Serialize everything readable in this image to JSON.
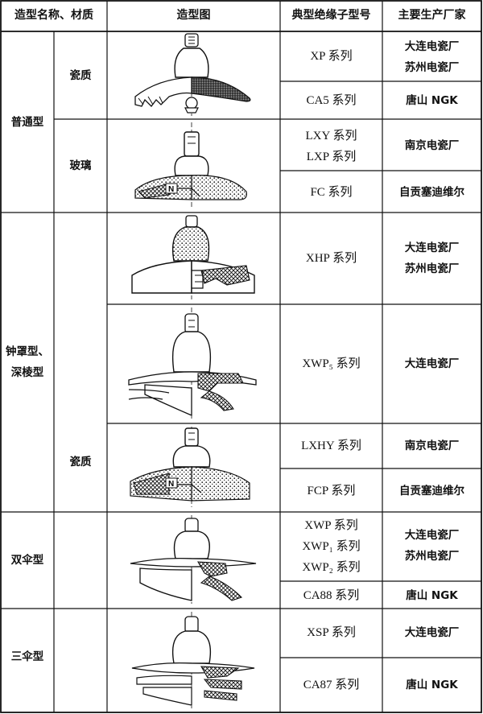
{
  "headers": {
    "type_material": "造型名称、材质",
    "diagram": "造型图",
    "model": "典型绝缘子型号",
    "maker": "主要生产厂家"
  },
  "types": {
    "normal": "普通型",
    "bell_a": "钟罩型、",
    "bell_b": "深棱型",
    "double": "双伞型",
    "triple": "三伞型"
  },
  "materials": {
    "porcelain_1": "瓷质",
    "glass": "玻璃",
    "porcelain_2": "瓷质"
  },
  "rows": [
    {
      "models": [
        "XP 系列"
      ],
      "makers": [
        "大连电瓷厂",
        "苏州电瓷厂"
      ]
    },
    {
      "models": [
        "CA5 系列"
      ],
      "makers": [
        "唐山 NGK"
      ]
    },
    {
      "models": [
        "LXY 系列",
        "LXP 系列"
      ],
      "makers": [
        "南京电瓷厂"
      ]
    },
    {
      "models": [
        "FC 系列"
      ],
      "makers": [
        "自贡塞迪维尔"
      ]
    },
    {
      "models": [
        "XHP 系列"
      ],
      "makers": [
        "大连电瓷厂",
        "苏州电瓷厂"
      ]
    },
    {
      "models": [
        "XWP₅ 系列"
      ],
      "makers": [
        "大连电瓷厂"
      ]
    },
    {
      "models": [
        "LXHY 系列"
      ],
      "makers": [
        "南京电瓷厂"
      ]
    },
    {
      "models": [
        "FCP 系列"
      ],
      "makers": [
        "自贡塞迪维尔"
      ]
    },
    {
      "models": [
        "XWP 系列",
        "XWP₁ 系列",
        "XWP₂ 系列"
      ],
      "makers": [
        "大连电瓷厂",
        "苏州电瓷厂"
      ]
    },
    {
      "models": [
        "CA88 系列"
      ],
      "makers": [
        "唐山 NGK"
      ]
    },
    {
      "models": [
        "XSP 系列"
      ],
      "makers": [
        "大连电瓷厂"
      ]
    },
    {
      "models": [
        "CA87 系列"
      ],
      "makers": [
        "唐山 NGK"
      ]
    }
  ],
  "diagram_labels": {
    "glass_n": "N",
    "fcp_n": "N"
  }
}
